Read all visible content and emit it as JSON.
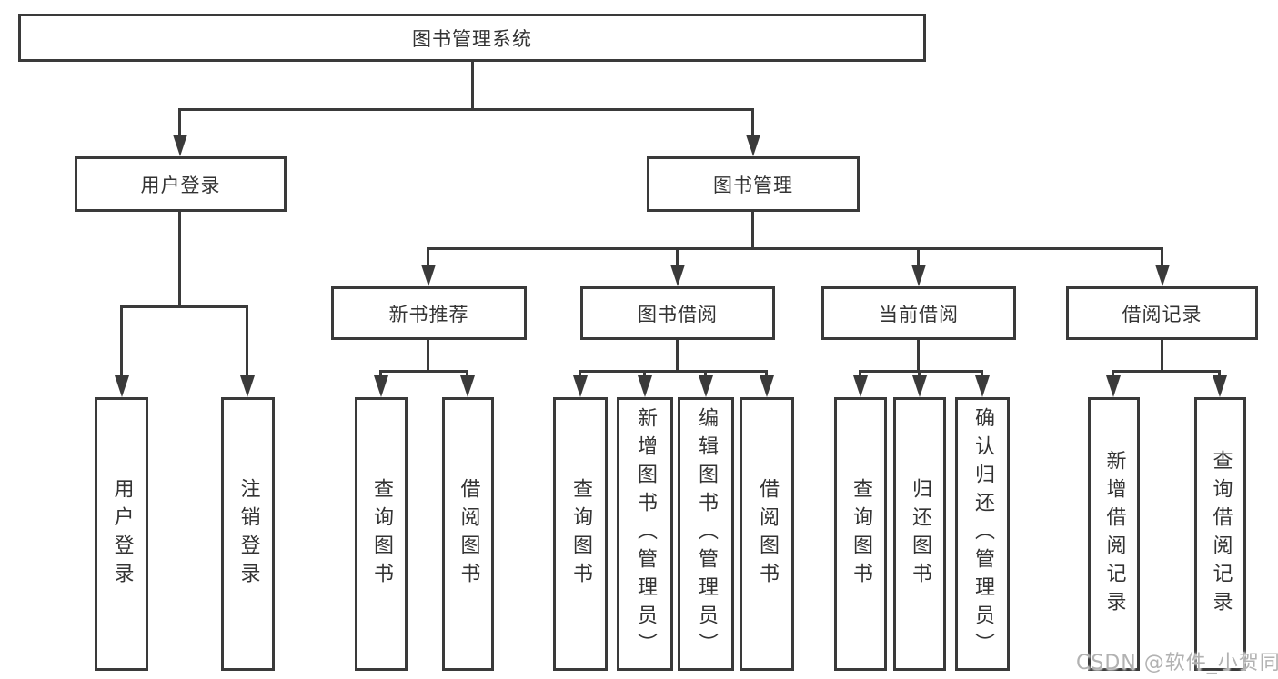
{
  "diagram": {
    "root": {
      "label": "图书管理系统"
    },
    "children": [
      {
        "label": "用户登录",
        "children": [
          {
            "label": "用户登录"
          },
          {
            "label": "注销登录"
          }
        ]
      },
      {
        "label": "图书管理",
        "children": [
          {
            "label": "新书推荐",
            "children": [
              {
                "label": "查询图书"
              },
              {
                "label": "借阅图书"
              }
            ]
          },
          {
            "label": "图书借阅",
            "children": [
              {
                "label": "查询图书"
              },
              {
                "label": "新增图书（管理员）"
              },
              {
                "label": "编辑图书（管理员）"
              },
              {
                "label": "借阅图书"
              }
            ]
          },
          {
            "label": "当前借阅",
            "children": [
              {
                "label": "查询图书"
              },
              {
                "label": "归还图书"
              },
              {
                "label": "确认归还（管理员）"
              }
            ]
          },
          {
            "label": "借阅记录",
            "children": [
              {
                "label": "新增借阅记录"
              },
              {
                "label": "查询借阅记录"
              }
            ]
          }
        ]
      }
    ]
  },
  "watermark": {
    "text": "CSDN @软件_小贺同学"
  },
  "colors": {
    "line": "#3a3a3a",
    "text": "#333333",
    "watermark": "#b2b2b2",
    "background": "#ffffff"
  }
}
